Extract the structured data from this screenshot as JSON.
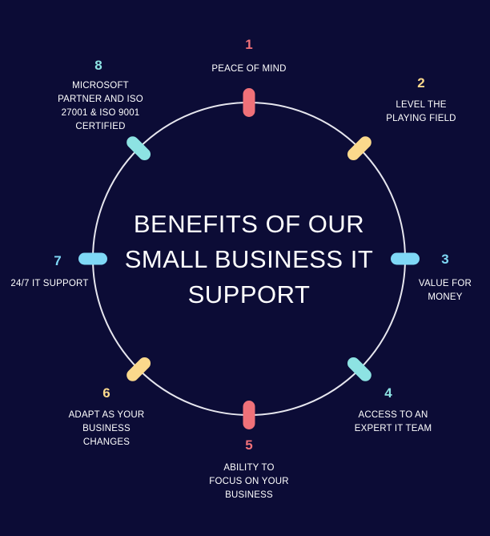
{
  "title_lines": [
    "BENEFITS OF OUR",
    "SMALL BUSINESS IT",
    "SUPPORT"
  ],
  "colors": {
    "background": "#0c0c36",
    "ring": "#e6e6ee",
    "pink": "#f07179",
    "yellow": "#fbd98c",
    "cyan": "#8de3e3",
    "blue": "#7fd8f6"
  },
  "benefits": [
    {
      "number": "1",
      "color": "#f07179",
      "lines": [
        "PEACE OF MIND"
      ]
    },
    {
      "number": "2",
      "color": "#fbd98c",
      "lines": [
        "LEVEL THE",
        "PLAYING FIELD"
      ]
    },
    {
      "number": "3",
      "color": "#7fd8f6",
      "lines": [
        "VALUE FOR",
        "MONEY"
      ]
    },
    {
      "number": "4",
      "color": "#8de3e3",
      "lines": [
        "ACCESS TO AN",
        "EXPERT IT TEAM"
      ]
    },
    {
      "number": "5",
      "color": "#f07179",
      "lines": [
        "ABILITY TO",
        "FOCUS ON YOUR",
        "BUSINESS"
      ]
    },
    {
      "number": "6",
      "color": "#fbd98c",
      "lines": [
        "ADAPT AS YOUR",
        "BUSINESS",
        "CHANGES"
      ]
    },
    {
      "number": "7",
      "color": "#7fd8f6",
      "lines": [
        "24/7 IT SUPPORT"
      ]
    },
    {
      "number": "8",
      "color": "#8de3e3",
      "lines": [
        "MICROSOFT",
        "PARTNER AND ISO",
        "27001 & ISO 9001",
        "CERTIFIED"
      ]
    }
  ]
}
